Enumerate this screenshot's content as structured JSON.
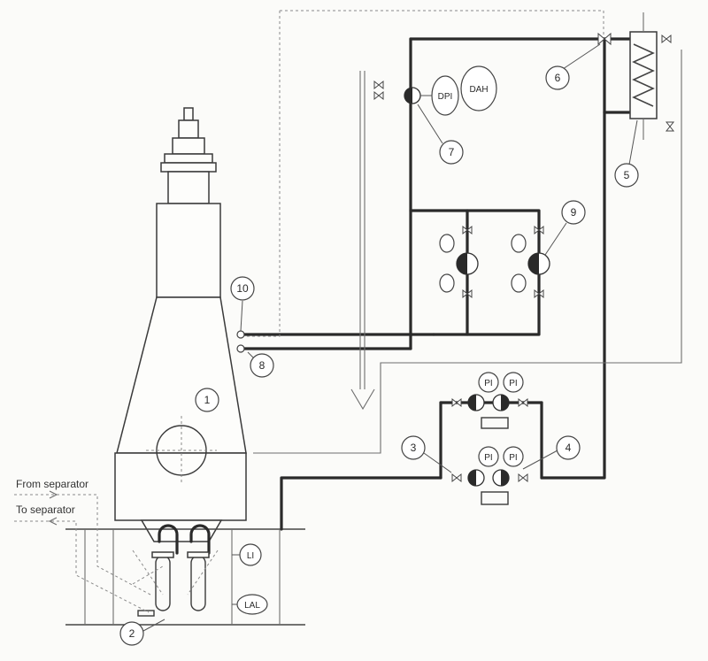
{
  "labels": {
    "from_separator": "From separator",
    "to_separator": "To separator"
  },
  "callouts": [
    "1",
    "2",
    "3",
    "4",
    "5",
    "6",
    "7",
    "8",
    "9",
    "10"
  ],
  "instruments": {
    "dpi": "DPI",
    "dah": "DAH",
    "pi": "PI",
    "li": "LI",
    "lal": "LAL"
  }
}
